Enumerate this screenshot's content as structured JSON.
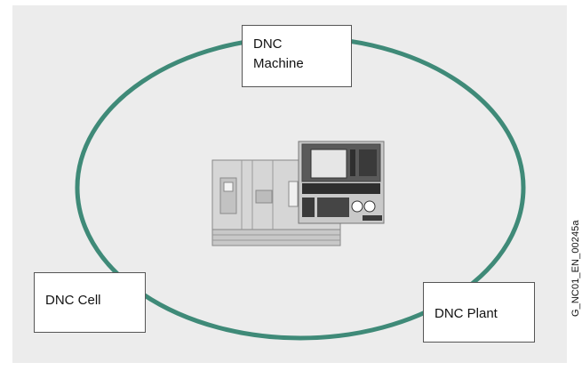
{
  "nodes": {
    "machine": {
      "line1": "DNC",
      "line2": "Machine"
    },
    "cell": {
      "label": "DNC Cell"
    },
    "plant": {
      "label": "DNC Plant"
    }
  },
  "figure_id": "G_NC01_EN_00245a",
  "colors": {
    "background": "#ececec",
    "ring": "#3f8a78",
    "node_fill": "#ffffff",
    "node_border": "#555555"
  },
  "icons": [
    "cnc-machine-icon"
  ]
}
